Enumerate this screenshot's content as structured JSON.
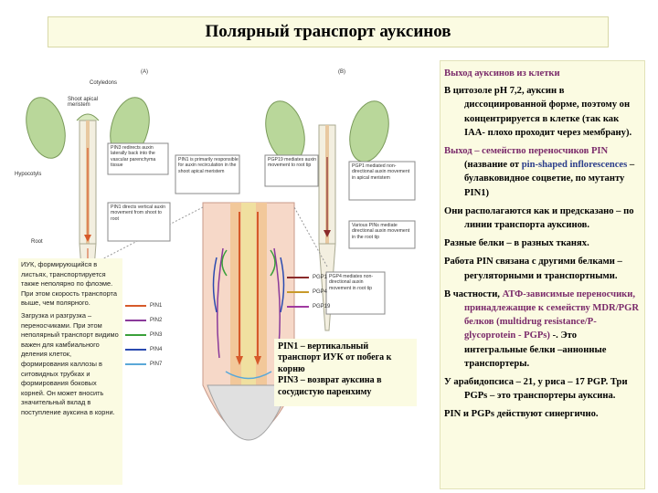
{
  "title": "Полярный транспорт ауксинов",
  "figure": {
    "panel_a": "(A)",
    "panel_b": "(B)",
    "labels": {
      "cotyledons": "Cotyledons",
      "shoot_apical": "Shoot apical meristem",
      "hypocotyls": "Hypocotyls",
      "root": "Root"
    },
    "annotations": {
      "pin3": "PIN3 redirects auxin laterally back into the vascular parenchyma tissue",
      "pin1_primary": "PIN1 is primarily responsible for auxin recirculation in the shoot apical meristem",
      "pin1_vertical": "PIN1 directs vertical auxin movement from shoot to root",
      "pgp1": "PGP1 mediated non-directional auxin movement in apical meristem",
      "pgp19": "PGP19 mediates auxin movement to root tip",
      "various_pins": "Various PINs mediate directional auxin movement in the root tip",
      "pgp4": "PGP4 mediates non-directional auxin movement in root tip"
    },
    "legend_a": [
      "PIN1",
      "PIN2",
      "PIN3",
      "PIN4",
      "PIN7"
    ],
    "legend_b": [
      "PGP1",
      "PGP4",
      "PGP19"
    ]
  },
  "note_left": [
    "ИУК, формирующийся в листьях, транспортируется также неполярно по флоэме. При этом скорость транспорта выше, чем полярного.",
    "Загрузка и разгрузка – переносчиками. При этом неполярный транспорт видимо важен для камбиального деления клеток, формирования каллозы в ситовидных трубках и формирования боковых корней. Он может вносить значительный вклад в поступление ауксина в корни."
  ],
  "note_pin": [
    "PIN1 – вертикальный транспорт ИУК от побега к корню",
    "PIN3 – возврат ауксина в сосудистую паренхиму"
  ],
  "text": {
    "heading": "Выход ауксинов из клетки",
    "p1": "В цитозоле рН 7,2, ауксин в диссоциированной форме, поэтому он концентрируется в клетке (так как IAA- плохо проходит через мембрану).",
    "p2_a": "Выход – семейство переносчиков PIN",
    "p2_b": " (название от ",
    "p2_c": "pin-shaped inflorescences",
    "p2_d": " – булавковидное соцветие, по мутанту PIN1)",
    "p3": "Они располагаются как и предсказано – по линии транспорта ауксинов.",
    "p4": "Разные белки – в разных тканях.",
    "p5": "Работа PIN связана с другими белками – регуляторными и транспортными.",
    "p6_a": "В частности, ",
    "p6_b": "АТФ-зависимые переносчики, принадлежащие к семейству MDR/PGR белков (multidrug resistance/P-glycoprotein - PGPs)",
    "p6_c": " -. Это интегральные белки –аннонные транспортеры.",
    "p7": "У арабидопсиса – 21, у риса – 17 PGP. Три PGPs – это транспортеры ауксина.",
    "p8": "PIN и PGPs действуют синергично."
  },
  "colors": {
    "pin1": "#d65a2a",
    "pin2": "#8a3a9a",
    "pin3": "#3aa03a",
    "pin4": "#2a4ab0",
    "pin7": "#5aa8d8",
    "pgp1": "#8a2a2a",
    "pgp4": "#c89a2a",
    "pgp19": "#a03aa0"
  }
}
